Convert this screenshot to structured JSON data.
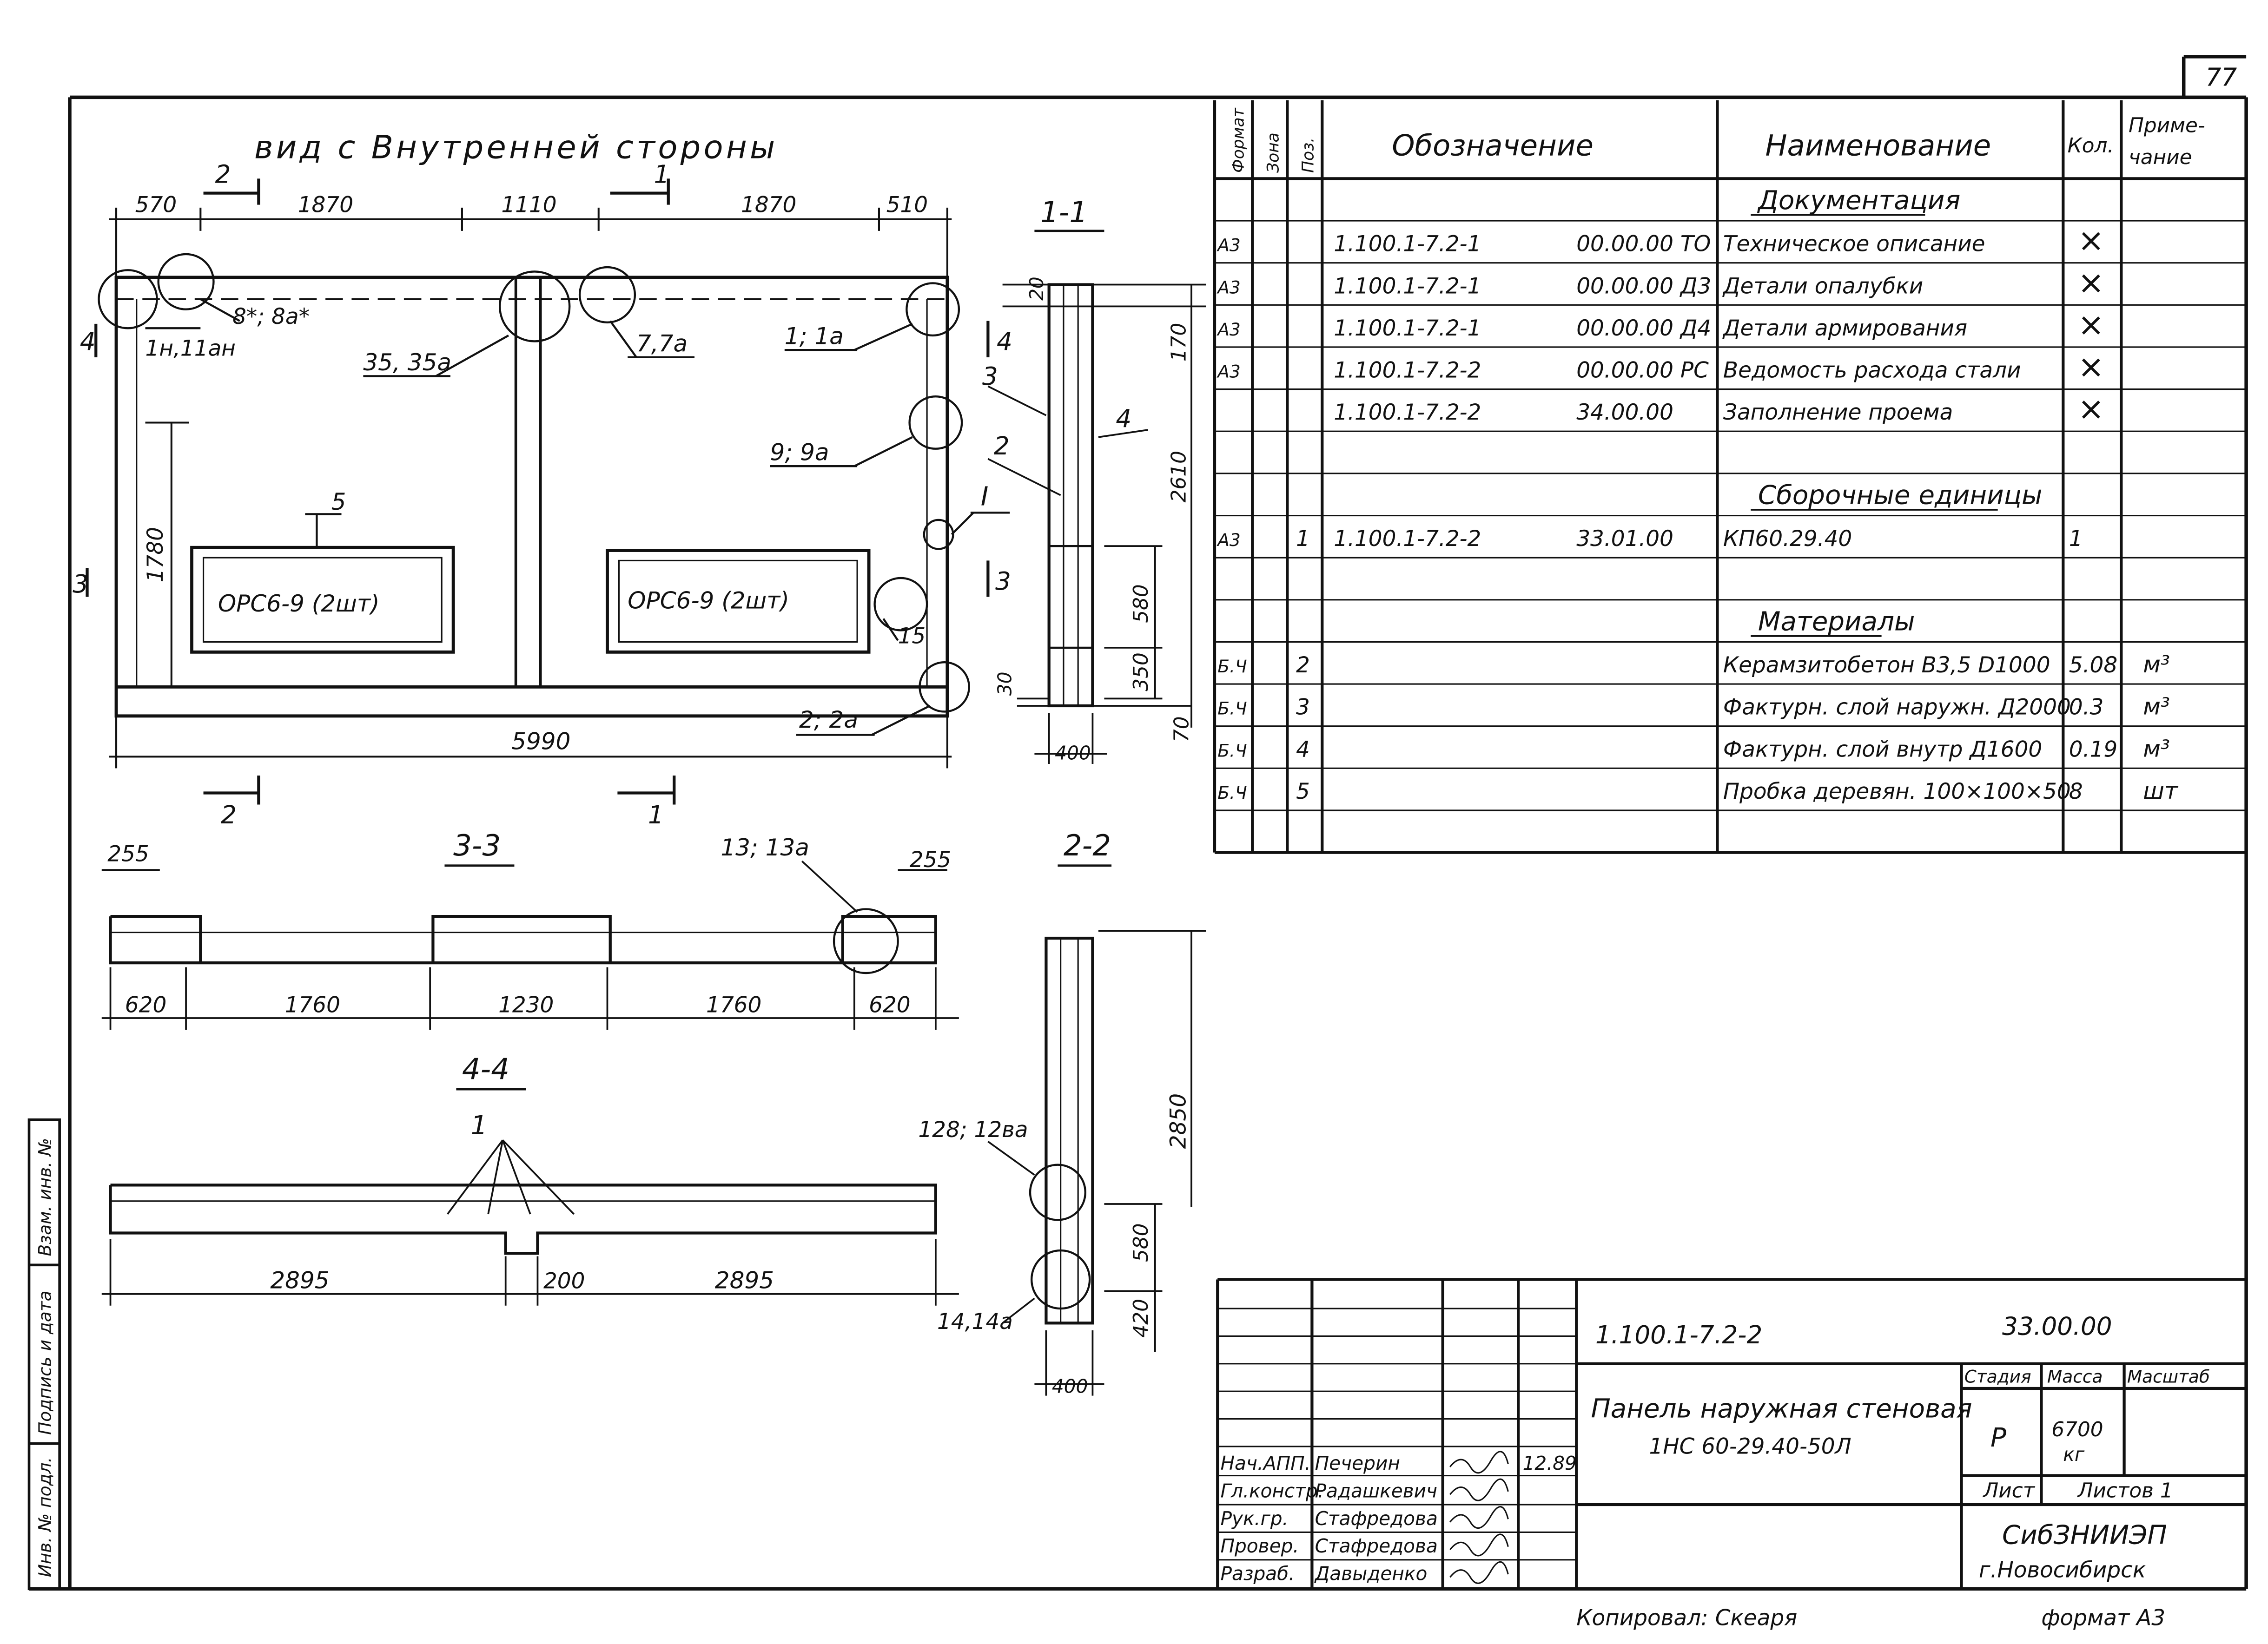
{
  "page_number": "77",
  "drawing": {
    "view_title": "вид с Внутренней стороны",
    "top_dims": [
      "570",
      "1870",
      "1110",
      "1870",
      "510"
    ],
    "overall_width": "5990",
    "height_1780": "1780",
    "windows": [
      "ОРС6-9 (2шт)",
      "ОРС6-9 (2шт)"
    ],
    "callouts": {
      "c_11n": "1н,11ан",
      "c_8": "8*; 8а*",
      "c_35": "35, 35а",
      "c_7": "7,7а",
      "c_1": "1; 1а",
      "c_9": "9; 9а",
      "c_2": "2; 2а",
      "c_15": "15",
      "c_5": "5",
      "c_I": "I"
    },
    "section_marks": {
      "s2_top": "2",
      "s1_top": "1",
      "s2_bottom": "2",
      "s1_bottom": "1",
      "s4_left": "4",
      "s3_left": "3",
      "s4_right": "4",
      "s3_right": "3"
    },
    "sec_1_1": {
      "title": "1-1",
      "labels": [
        "3",
        "4",
        "2"
      ],
      "dims": [
        "20",
        "170",
        "2610",
        "580",
        "350",
        "30",
        "70",
        "400"
      ]
    },
    "sec_3_3": {
      "title": "3-3",
      "top_dims": [
        "255",
        "255"
      ],
      "callout": "13; 13а",
      "bottom_dims": [
        "620",
        "1760",
        "1230",
        "1760",
        "620"
      ]
    },
    "sec_2_2": {
      "title": "2-2",
      "callouts": [
        "128; 12ва",
        "14,14а"
      ],
      "dims": [
        "2850",
        "580",
        "420",
        "400"
      ]
    },
    "sec_4_4": {
      "title": "4-4",
      "label": "1",
      "dims": [
        "2895",
        "200",
        "2895"
      ]
    }
  },
  "spec_table": {
    "headers": [
      "Формат",
      "Зона",
      "Поз.",
      "Обозначение",
      "Наименование",
      "Кол.",
      "Приме-\nчание"
    ],
    "rows": [
      {
        "fmt": "",
        "zone": "",
        "pos": "",
        "code": "",
        "code2": "",
        "name": "Документация",
        "qty": "",
        "note": ""
      },
      {
        "fmt": "А3",
        "zone": "",
        "pos": "",
        "code": "1.100.1-7.2-1",
        "code2": "00.00.00 ТО",
        "name": "Техническое описание",
        "qty": "×",
        "note": ""
      },
      {
        "fmt": "А3",
        "zone": "",
        "pos": "",
        "code": "1.100.1-7.2-1",
        "code2": "00.00.00 Д3",
        "name": "Детали опалубки",
        "qty": "×",
        "note": ""
      },
      {
        "fmt": "А3",
        "zone": "",
        "pos": "",
        "code": "1.100.1-7.2-1",
        "code2": "00.00.00 Д4",
        "name": "Детали армирования",
        "qty": "×",
        "note": ""
      },
      {
        "fmt": "А3",
        "zone": "",
        "pos": "",
        "code": "1.100.1-7.2-2",
        "code2": "00.00.00 РС",
        "name": "Ведомость расхода стали",
        "qty": "×",
        "note": ""
      },
      {
        "fmt": "",
        "zone": "",
        "pos": "",
        "code": "1.100.1-7.2-2",
        "code2": "34.00.00",
        "name": "Заполнение проема",
        "qty": "×",
        "note": ""
      },
      {
        "fmt": "",
        "zone": "",
        "pos": "",
        "code": "",
        "code2": "",
        "name": "",
        "qty": "",
        "note": ""
      },
      {
        "fmt": "",
        "zone": "",
        "pos": "",
        "code": "",
        "code2": "",
        "name": "Сборочные единицы",
        "qty": "",
        "note": ""
      },
      {
        "fmt": "А3",
        "zone": "",
        "pos": "1",
        "code": "1.100.1-7.2-2",
        "code2": "33.01.00",
        "name": "КП60.29.40",
        "qty": "1",
        "note": ""
      },
      {
        "fmt": "",
        "zone": "",
        "pos": "",
        "code": "",
        "code2": "",
        "name": "",
        "qty": "",
        "note": ""
      },
      {
        "fmt": "",
        "zone": "",
        "pos": "",
        "code": "",
        "code2": "",
        "name": "Материалы",
        "qty": "",
        "note": ""
      },
      {
        "fmt": "Б.Ч",
        "zone": "",
        "pos": "2",
        "code": "",
        "code2": "",
        "name": "Керамзитобетон В3,5 D1000",
        "qty": "5.08",
        "note": "м³"
      },
      {
        "fmt": "Б.Ч",
        "zone": "",
        "pos": "3",
        "code": "",
        "code2": "",
        "name": "Фактурн. слой наружн. Д2000",
        "qty": "0.3",
        "note": "м³"
      },
      {
        "fmt": "Б.Ч",
        "zone": "",
        "pos": "4",
        "code": "",
        "code2": "",
        "name": "Фактурн. слой внутр Д1600",
        "qty": "0.19",
        "note": "м³"
      },
      {
        "fmt": "Б.Ч",
        "zone": "",
        "pos": "5",
        "code": "",
        "code2": "",
        "name": "Пробка деревян. 100×100×50",
        "qty": "8",
        "note": "шт"
      },
      {
        "fmt": "",
        "zone": "",
        "pos": "",
        "code": "",
        "code2": "",
        "name": "",
        "qty": "",
        "note": ""
      }
    ]
  },
  "title_block": {
    "doc_code": "1.100.1-7.2-2",
    "doc_num": "33.00.00",
    "title_line1": "Панель наружная стеновая",
    "title_line2": "1НС 60-29.40-50Л",
    "stage_h": "Стадия",
    "mass_h": "Масса",
    "scale_h": "Масштаб",
    "stage": "Р",
    "mass": "6700",
    "mass_unit": "кг",
    "sheet_h": "Лист",
    "sheets_h": "Листов 1",
    "org1": "СибЗНИИЭП",
    "org2": "г.Новосибирск",
    "signers": [
      {
        "role": "Нач.АПП.",
        "name": "Печерин",
        "date": "12.89"
      },
      {
        "role": "Гл.констр.",
        "name": "Радашкевич",
        "date": ""
      },
      {
        "role": "Рук.гр.",
        "name": "Стафредова",
        "date": ""
      },
      {
        "role": "Провер.",
        "name": "Стафредова",
        "date": ""
      },
      {
        "role": "Разраб.",
        "name": "Давыденко",
        "date": ""
      }
    ]
  },
  "side_stamp": [
    "Инв. № подл.",
    "Подпись и дата",
    "Взам. инв. №"
  ],
  "footer": {
    "copied": "Копировал: Скеаря",
    "format": "формат А3"
  }
}
